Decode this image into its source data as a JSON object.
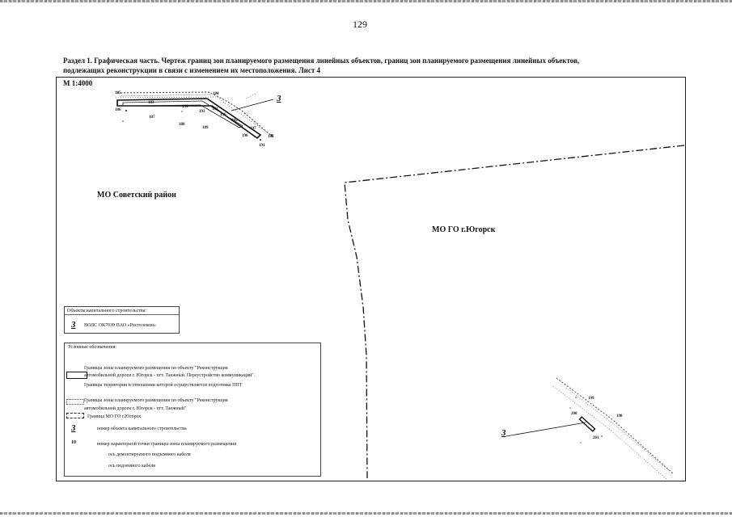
{
  "page": {
    "number": "129"
  },
  "header": {
    "title_line1": "Раздел 1. Графическая часть. Чертеж границ зон планируемого размещения линейных объектов, границ зон планируемого размещения линейных объектов,",
    "title_line2": "подлежащих реконструкции в связи с изменением их местоположения. Лист 4"
  },
  "map": {
    "scale": "М 1:4000",
    "mo_left": "МО Советский район",
    "mo_right": "МО ГО г.Югорск",
    "object_ref": "3",
    "points_top": [
      "185",
      "183",
      "184",
      "194",
      "192",
      "186",
      "187",
      "188",
      "189",
      "190",
      "191",
      "193",
      "195",
      "196",
      "197",
      "183"
    ],
    "points_bottom": [
      "199",
      "200",
      "198",
      "201"
    ]
  },
  "objects_box": {
    "heading": "Объекты капитального строительства:",
    "item_number": "3",
    "item_text": "ВОЛС ОК7039 ПАО «Ростелеком»"
  },
  "legend": {
    "heading": "Условные обозначения:",
    "entry1_line1": "Границы зоны планируемого размещения по объекту \"Реконструкция",
    "entry1_line2": "автомобильной дороги г. Югорск - пгт. Таежный. Переустройство коммуникаций\".",
    "entry1_line3": "Границы территории в отношении которой осуществляется подготовка ППТ",
    "entry2_line1": "Границы зоны планируемого размещения по объекту \"Реконструкция",
    "entry2_line2": "автомобильной дороги г. Югорск - пгт. Таежный\"",
    "entry3": "Граница МО ГО г.Югорск",
    "entry4_symbol": "3",
    "entry4": "номер объекта капитального строительства",
    "entry5_symbol": "10",
    "entry5": "номер характерной точки границы зоны планируемого размещения",
    "entry6": "ось демонтируемого подземного кабеля",
    "entry7": "ось подземного кабеля"
  }
}
